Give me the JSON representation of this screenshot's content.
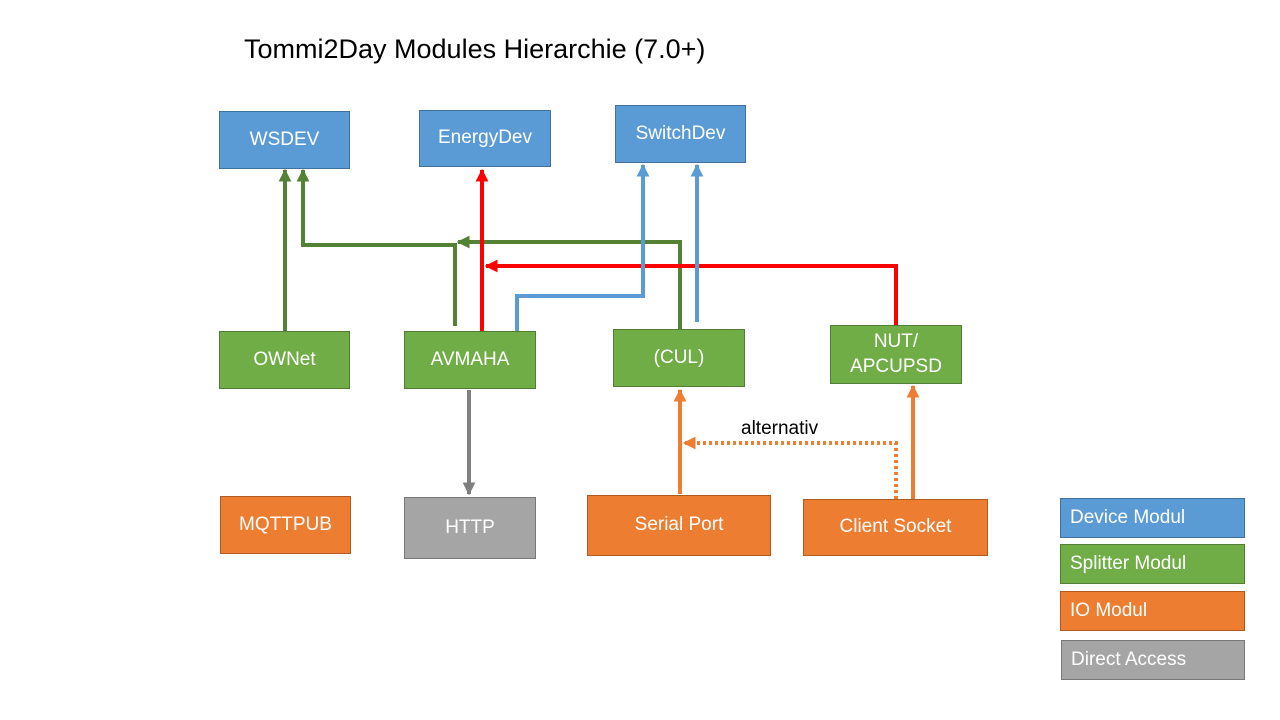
{
  "title": "Tommi2Day Modules Hierarchie (7.0+)",
  "colors": {
    "device": "#5b9bd5",
    "splitter": "#70ad47",
    "io": "#ed7d31",
    "direct": "#a5a5a5",
    "red_link": "#ff0000",
    "green_link": "#548235",
    "blue_link": "#5b9bd5",
    "orange_link": "#ed7d31",
    "grey_link": "#7f7f7f"
  },
  "nodes": {
    "wsdev": "WSDEV",
    "energydev": "EnergyDev",
    "switchdev": "SwitchDev",
    "ownet": "OWNet",
    "avmaha": "AVMAHA",
    "cul": "(CUL)",
    "nut_line1": "NUT/",
    "nut_line2": "APCUPSD",
    "mqttpub": "MQTTPUB",
    "http": "HTTP",
    "serial_port": "Serial Port",
    "client_socket": "Client Socket"
  },
  "edge_label": "alternativ",
  "legend": {
    "device": "Device Modul",
    "splitter": "Splitter Modul",
    "io": "IO Modul",
    "direct": "Direct Access"
  }
}
